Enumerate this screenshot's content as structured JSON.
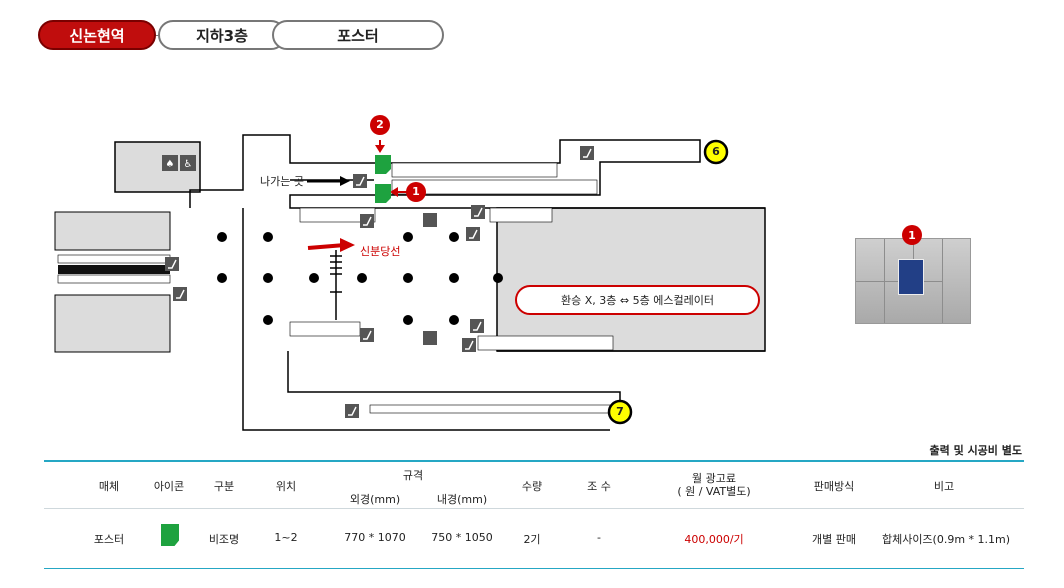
{
  "breadcrumb": {
    "station": "신논현역",
    "floor": "지하3층",
    "media": "포스터"
  },
  "map": {
    "exit_label": "나가는 곳",
    "new_bundang_label": "신분당선",
    "transfer_note": "환승 X, 3층 ⇔ 5층 에스컬레이터",
    "markers": [
      "1",
      "2"
    ],
    "exits": [
      "6",
      "7"
    ],
    "photo_marker": "1",
    "colors": {
      "accent": "#c00d0d",
      "poster": "#1ea23f",
      "exit_circle": "#ffff00"
    },
    "icons": [
      "restroom-icon",
      "escalator-icon",
      "elevator-icon"
    ]
  },
  "pricing": {
    "note": "출력 및 시공비 별도",
    "headers": {
      "media": "매체",
      "icon": "아이콘",
      "category": "구분",
      "location": "위치",
      "spec": "규격",
      "outer": "외경(mm)",
      "inner": "내경(mm)",
      "quantity": "수량",
      "sides": "조 수",
      "monthly_fee_line1": "월 광고료",
      "monthly_fee_line2": "( 원 / VAT별도)",
      "sale_method": "판매방식",
      "remarks": "비고"
    },
    "rows": [
      {
        "media": "포스터",
        "category": "비조명",
        "location": "1~2",
        "outer": "770 * 1070",
        "inner": "750 * 1050",
        "quantity": "2기",
        "sides": "-",
        "price": "400,000/기",
        "sale_method": "개별 판매",
        "remarks": "합체사이즈(0.9m * 1.1m)"
      }
    ]
  }
}
